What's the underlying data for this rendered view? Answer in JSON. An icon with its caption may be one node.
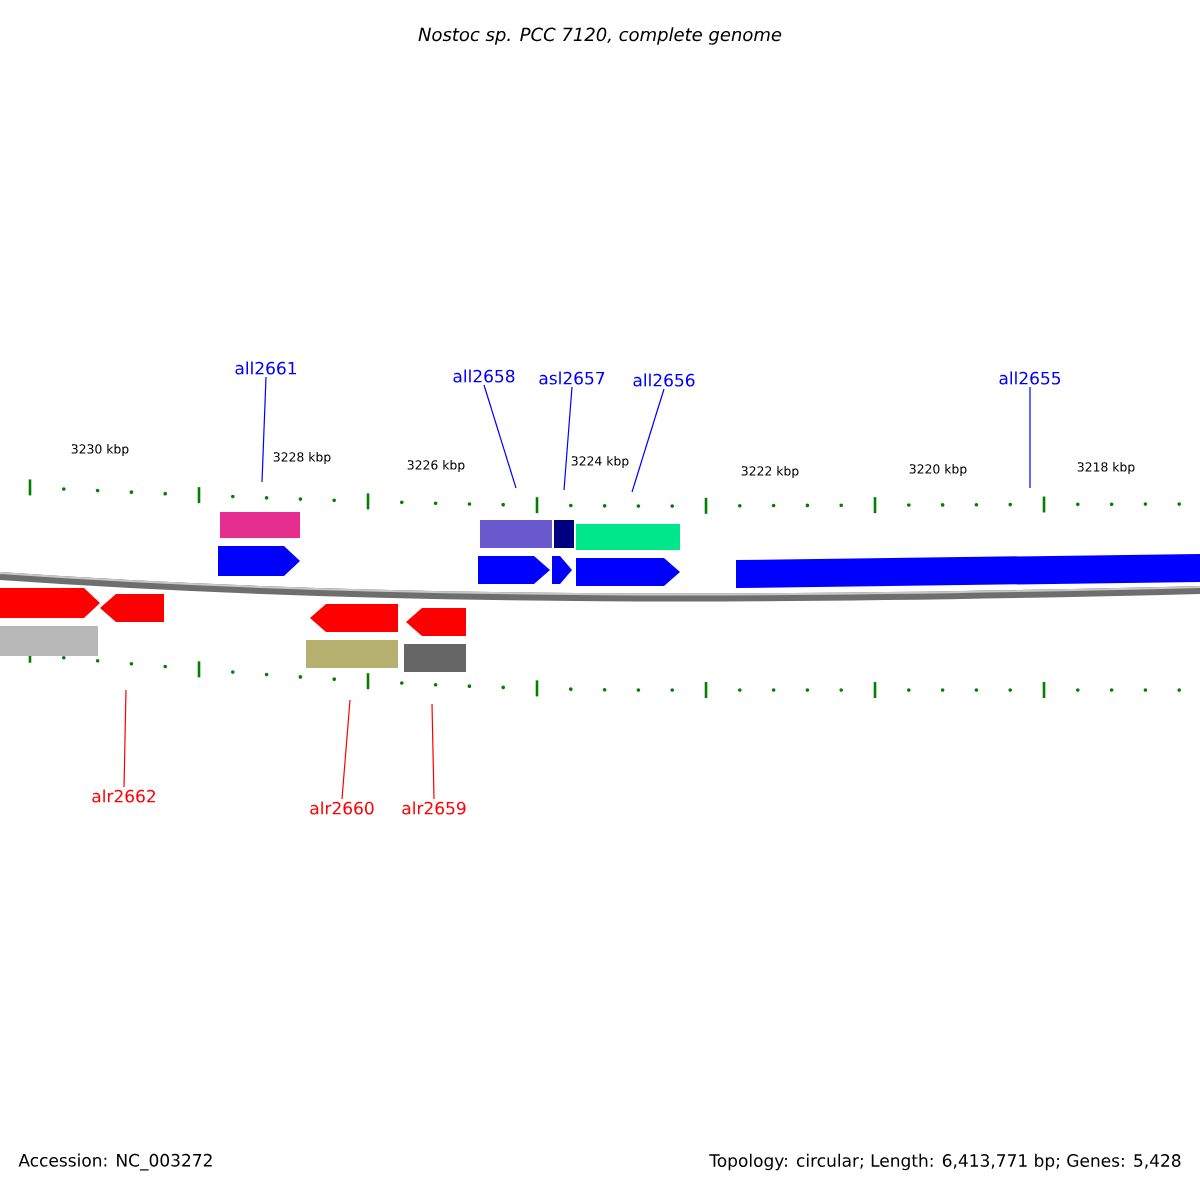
{
  "diagram": {
    "title": "Nostoc sp. PCC 7120, complete genome",
    "nodes": [
      {
        "text": [
          "all2661"
        ]
      },
      {
        "text": [
          "all2658"
        ]
      },
      {
        "text": [
          "asl2657"
        ]
      },
      {
        "text": [
          "all2656"
        ]
      },
      {
        "text": [
          "all2655"
        ]
      },
      {
        "text": [
          "alr2662"
        ]
      },
      {
        "text": [
          "alr2660"
        ]
      },
      {
        "text": [
          "alr2659"
        ]
      }
    ],
    "edges": [
      {
        "from": 0,
        "to": null,
        "arrow": "none"
      },
      {
        "from": 1,
        "to": null,
        "arrow": "none"
      },
      {
        "from": 2,
        "to": null,
        "arrow": "none"
      },
      {
        "from": 3,
        "to": null,
        "arrow": "none"
      },
      {
        "from": 4,
        "to": null,
        "arrow": "none"
      },
      {
        "from": 5,
        "to": null,
        "arrow": "none",
        "color": "#ff0000"
      },
      {
        "from": 6,
        "to": null,
        "arrow": "none",
        "color": "#ff0000"
      },
      {
        "from": 7,
        "to": null,
        "arrow": "none",
        "color": "#ff0000"
      }
    ],
    "labels": [
      "3230 kbp",
      "3228 kbp",
      "3226 kbp",
      "3224 kbp",
      "3222 kbp",
      "3220 kbp",
      "3218 kbp",
      "Accession: NC_003272",
      "Topology: circular; Length: 6,413,771 bp; Genes: 5,428"
    ]
  }
}
